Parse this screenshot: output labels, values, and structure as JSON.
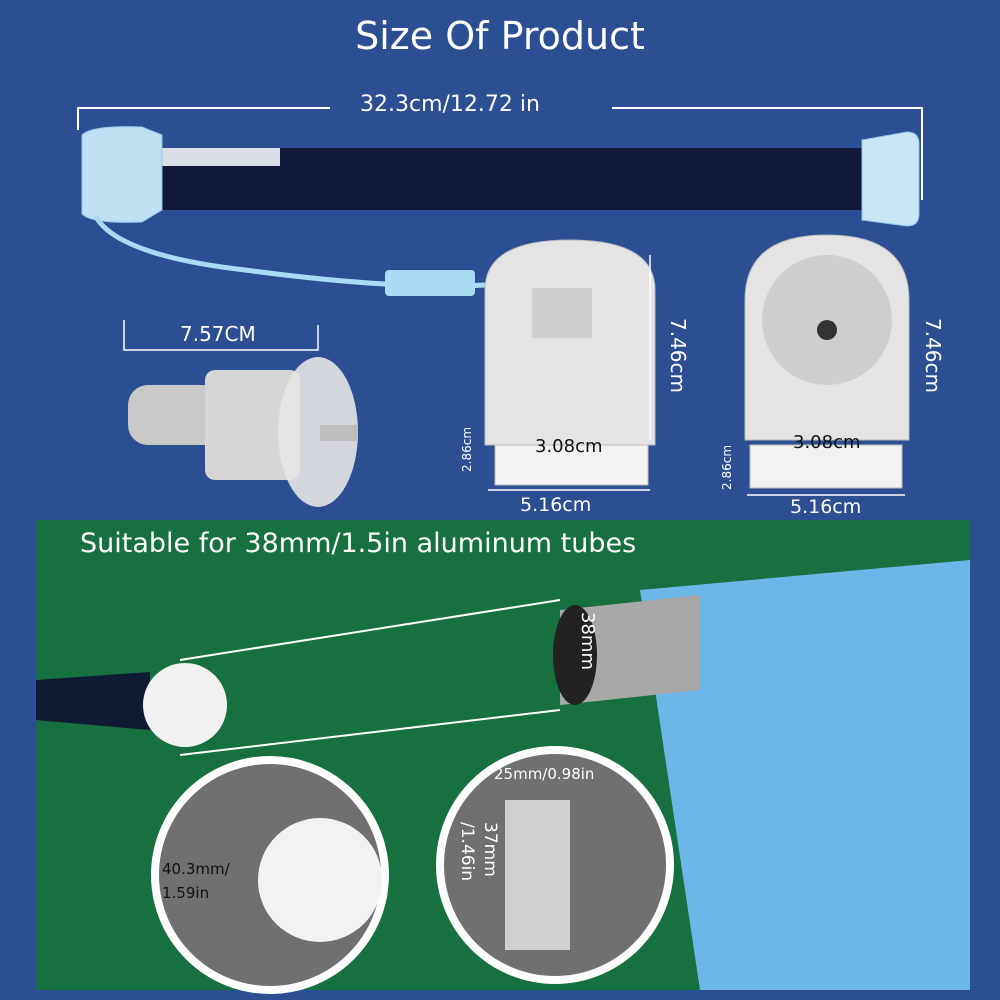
{
  "title": "Size Of Product",
  "motor": {
    "length_label": "32.3cm/12.72 in"
  },
  "adapter": {
    "length_label": "7.57CM"
  },
  "bracket_left": {
    "height_label": "7.46cm",
    "hole_spacing_label": "3.08cm",
    "width_label": "5.16cm",
    "depth_label": "2.86cm"
  },
  "bracket_right": {
    "height_label": "7.46cm",
    "hole_spacing_label": "3.08cm",
    "width_label": "5.16cm",
    "depth_label": "2.86cm"
  },
  "compat": {
    "heading": "Suitable for 38mm/1.5in aluminum tubes",
    "tube_label": "38mm"
  },
  "detail_left": {
    "label_line1": "40.3mm/",
    "label_line2": "1.59in"
  },
  "detail_right": {
    "width_label": "25mm/0.98in",
    "height_line1": "37mm",
    "height_line2": "/1.46in"
  },
  "colors": {
    "background": "#2b4f92",
    "panel": "#17703f",
    "fabric": "#6bb8e8"
  }
}
